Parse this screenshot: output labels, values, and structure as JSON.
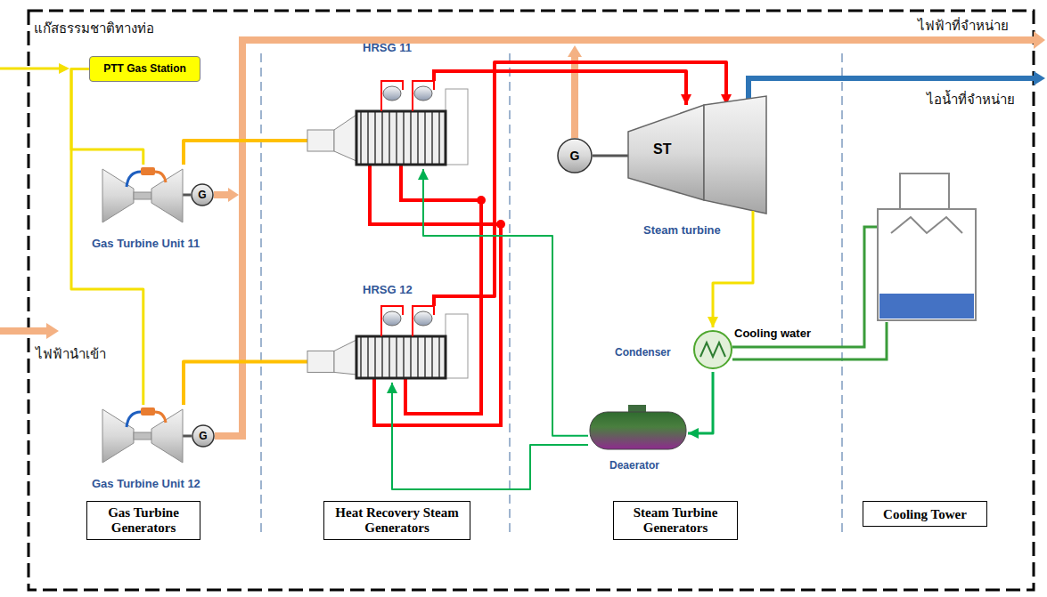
{
  "diagram": {
    "nodes": [
      {
        "text": [
          "PTT Gas Station"
        ]
      },
      {
        "text": [
          "HRSG 11"
        ]
      },
      {
        "text": [
          "G"
        ]
      },
      {
        "text": [
          "ST",
          "Steam turbine"
        ]
      },
      {
        "text": [
          "Gas Turbine Unit 11"
        ]
      },
      {
        "text": [
          "G"
        ]
      },
      {
        "text": [
          "HRSG 12"
        ]
      },
      {
        "text": [
          "Condenser"
        ]
      },
      {
        "text": [
          "Gas Turbine Unit 12"
        ]
      },
      {
        "text": [
          "G"
        ]
      },
      {
        "text": [
          "Deaerator"
        ]
      },
      {
        "text": [
          "Gas Turbine Generators"
        ]
      },
      {
        "text": [
          "Heat Recovery Steam Generators"
        ]
      },
      {
        "text": [
          "Steam Turbine Generators"
        ]
      },
      {
        "text": [
          "Cooling Tower"
        ]
      }
    ],
    "edges": [
      {
        "from": 0,
        "to": 4,
        "arrow": "none"
      },
      {
        "from": 0,
        "to": 8,
        "arrow": "none"
      },
      {
        "from": 4,
        "to": 1,
        "arrow": "none"
      },
      {
        "from": 8,
        "to": 6,
        "arrow": "none"
      },
      {
        "from": 1,
        "to": 3,
        "arrow": "to"
      },
      {
        "from": 6,
        "to": 3,
        "arrow": "to"
      },
      {
        "from": 3,
        "to": 7,
        "arrow": "to"
      },
      {
        "from": 7,
        "to": 10,
        "arrow": "to"
      },
      {
        "from": 10,
        "to": 1,
        "arrow": "to"
      },
      {
        "from": 10,
        "to": 6,
        "arrow": "to"
      }
    ],
    "labels": [
      "แก๊สธรรมชาติทางท่อ",
      "ไฟฟ้าที่จำหน่าย",
      "ไอน้ำที่จำหน่าย",
      "ไฟฟ้านำเข้า",
      "Cooling water"
    ]
  }
}
